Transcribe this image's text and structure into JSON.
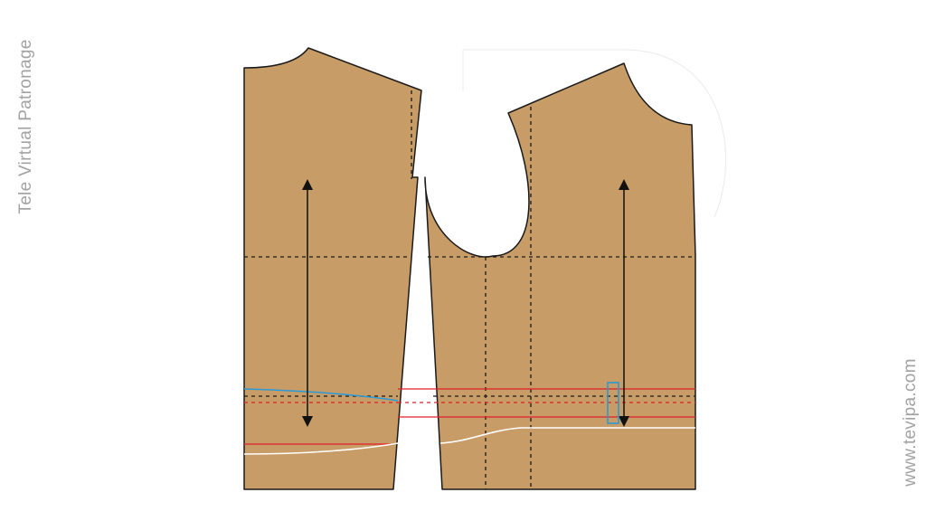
{
  "brand": {
    "vertical_left": "Tele Virtual Patronage",
    "vertical_right": "www.tevipa.com"
  },
  "diagram": {
    "pieces": [
      "back-bodice",
      "front-bodice"
    ],
    "colors": {
      "fabric": "#c89c66",
      "outline": "#1a1a1a",
      "guideline": "#1a1a1a",
      "grainline": "#111111",
      "red_line": "#e0202a",
      "blue_line": "#2b9ad6",
      "white_curve": "#ffffff",
      "ghost_outline": "#e6e6e6"
    },
    "icons": [
      "grainline-arrow-icon",
      "buttonhole-marker-icon"
    ]
  }
}
